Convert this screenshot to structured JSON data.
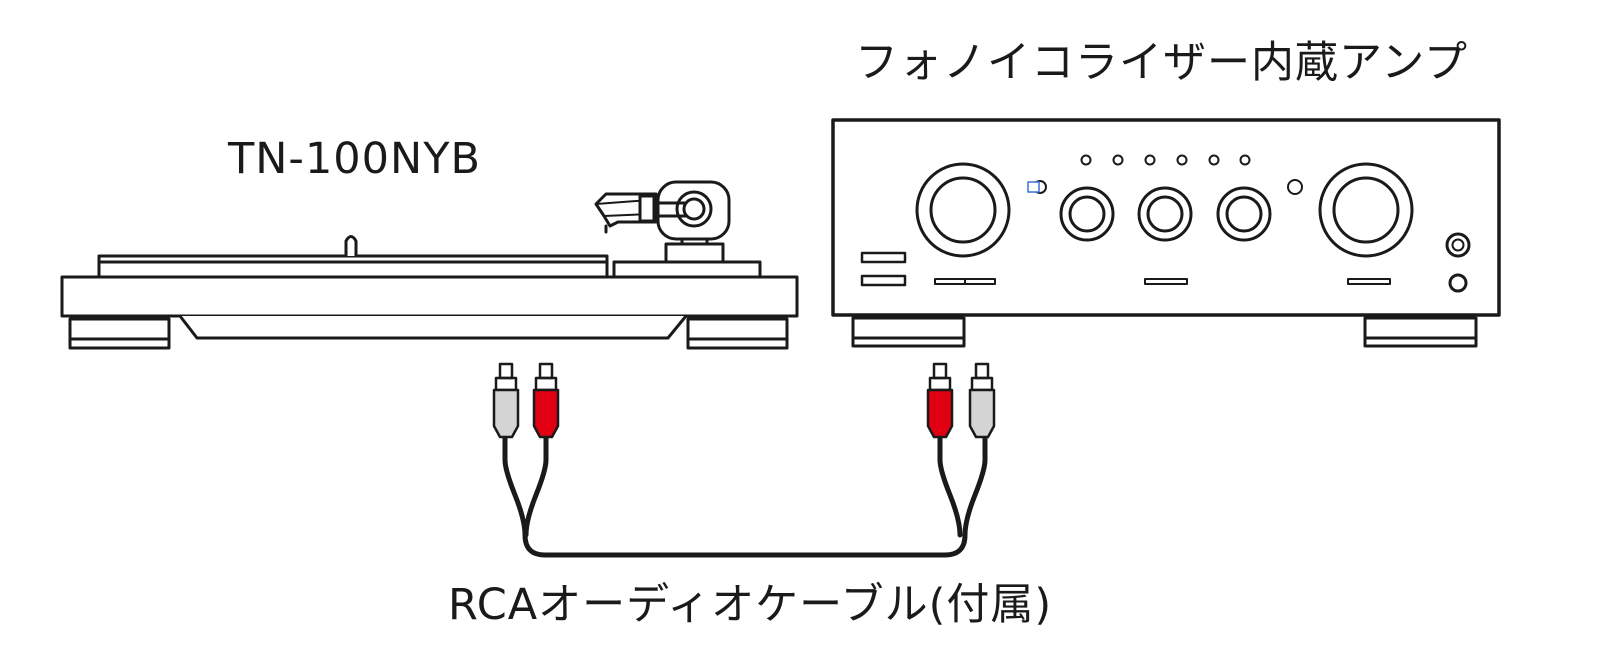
{
  "labels": {
    "amplifier": "フォノイコライザー内蔵アンプ",
    "turntable": "TN-100NYB",
    "cable": "RCAオーディオケーブル(付属)"
  },
  "colors": {
    "line": "#1a1a1a",
    "plug_red": "#e00012",
    "plug_white": "#d4d4d4",
    "selection_marker": "#3b6fd8"
  },
  "icons": {
    "turntable": "turntable-icon",
    "amplifier": "amplifier-icon",
    "cable": "rca-cable-icon"
  }
}
